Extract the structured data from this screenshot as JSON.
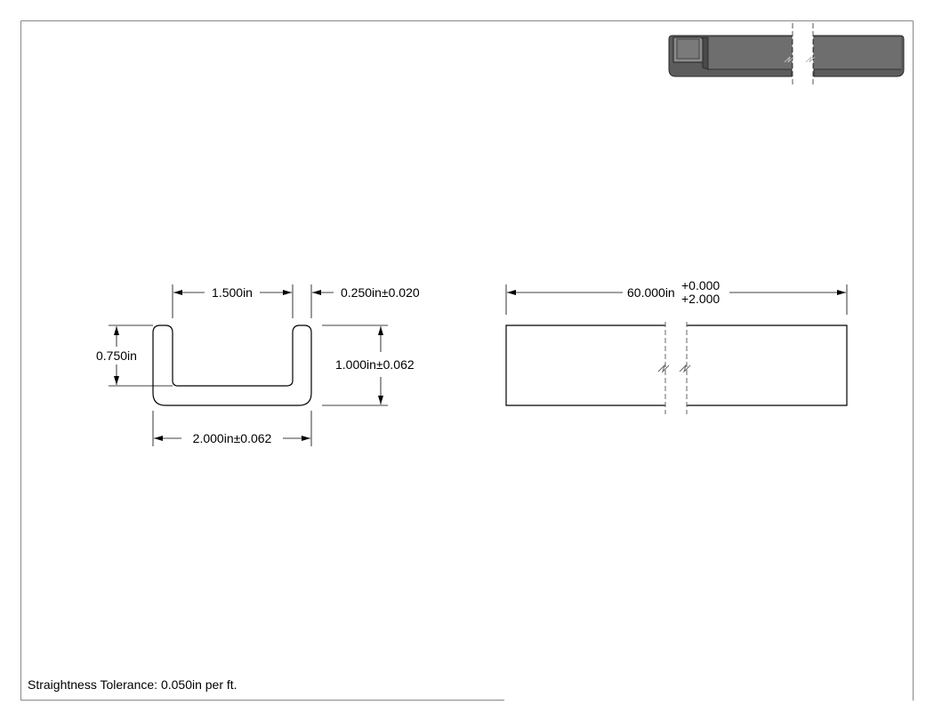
{
  "drawing": {
    "dimensions": {
      "inner_width": "1.500in",
      "wall_thickness": "0.250in±0.020",
      "inner_depth": "0.750in",
      "overall_height": "1.000in±0.062",
      "overall_width": "2.000in±0.062",
      "length_nominal": "60.000in",
      "length_tol_upper": "+0.000",
      "length_tol_lower": "+2.000"
    },
    "note": "Straightness Tolerance: 0.050in per ft."
  },
  "colors": {
    "line": "#000000",
    "border": "#888888",
    "iso_dark": "#5a5a5a",
    "iso_mid": "#6f6f6f",
    "iso_light": "#8a8a8a"
  }
}
